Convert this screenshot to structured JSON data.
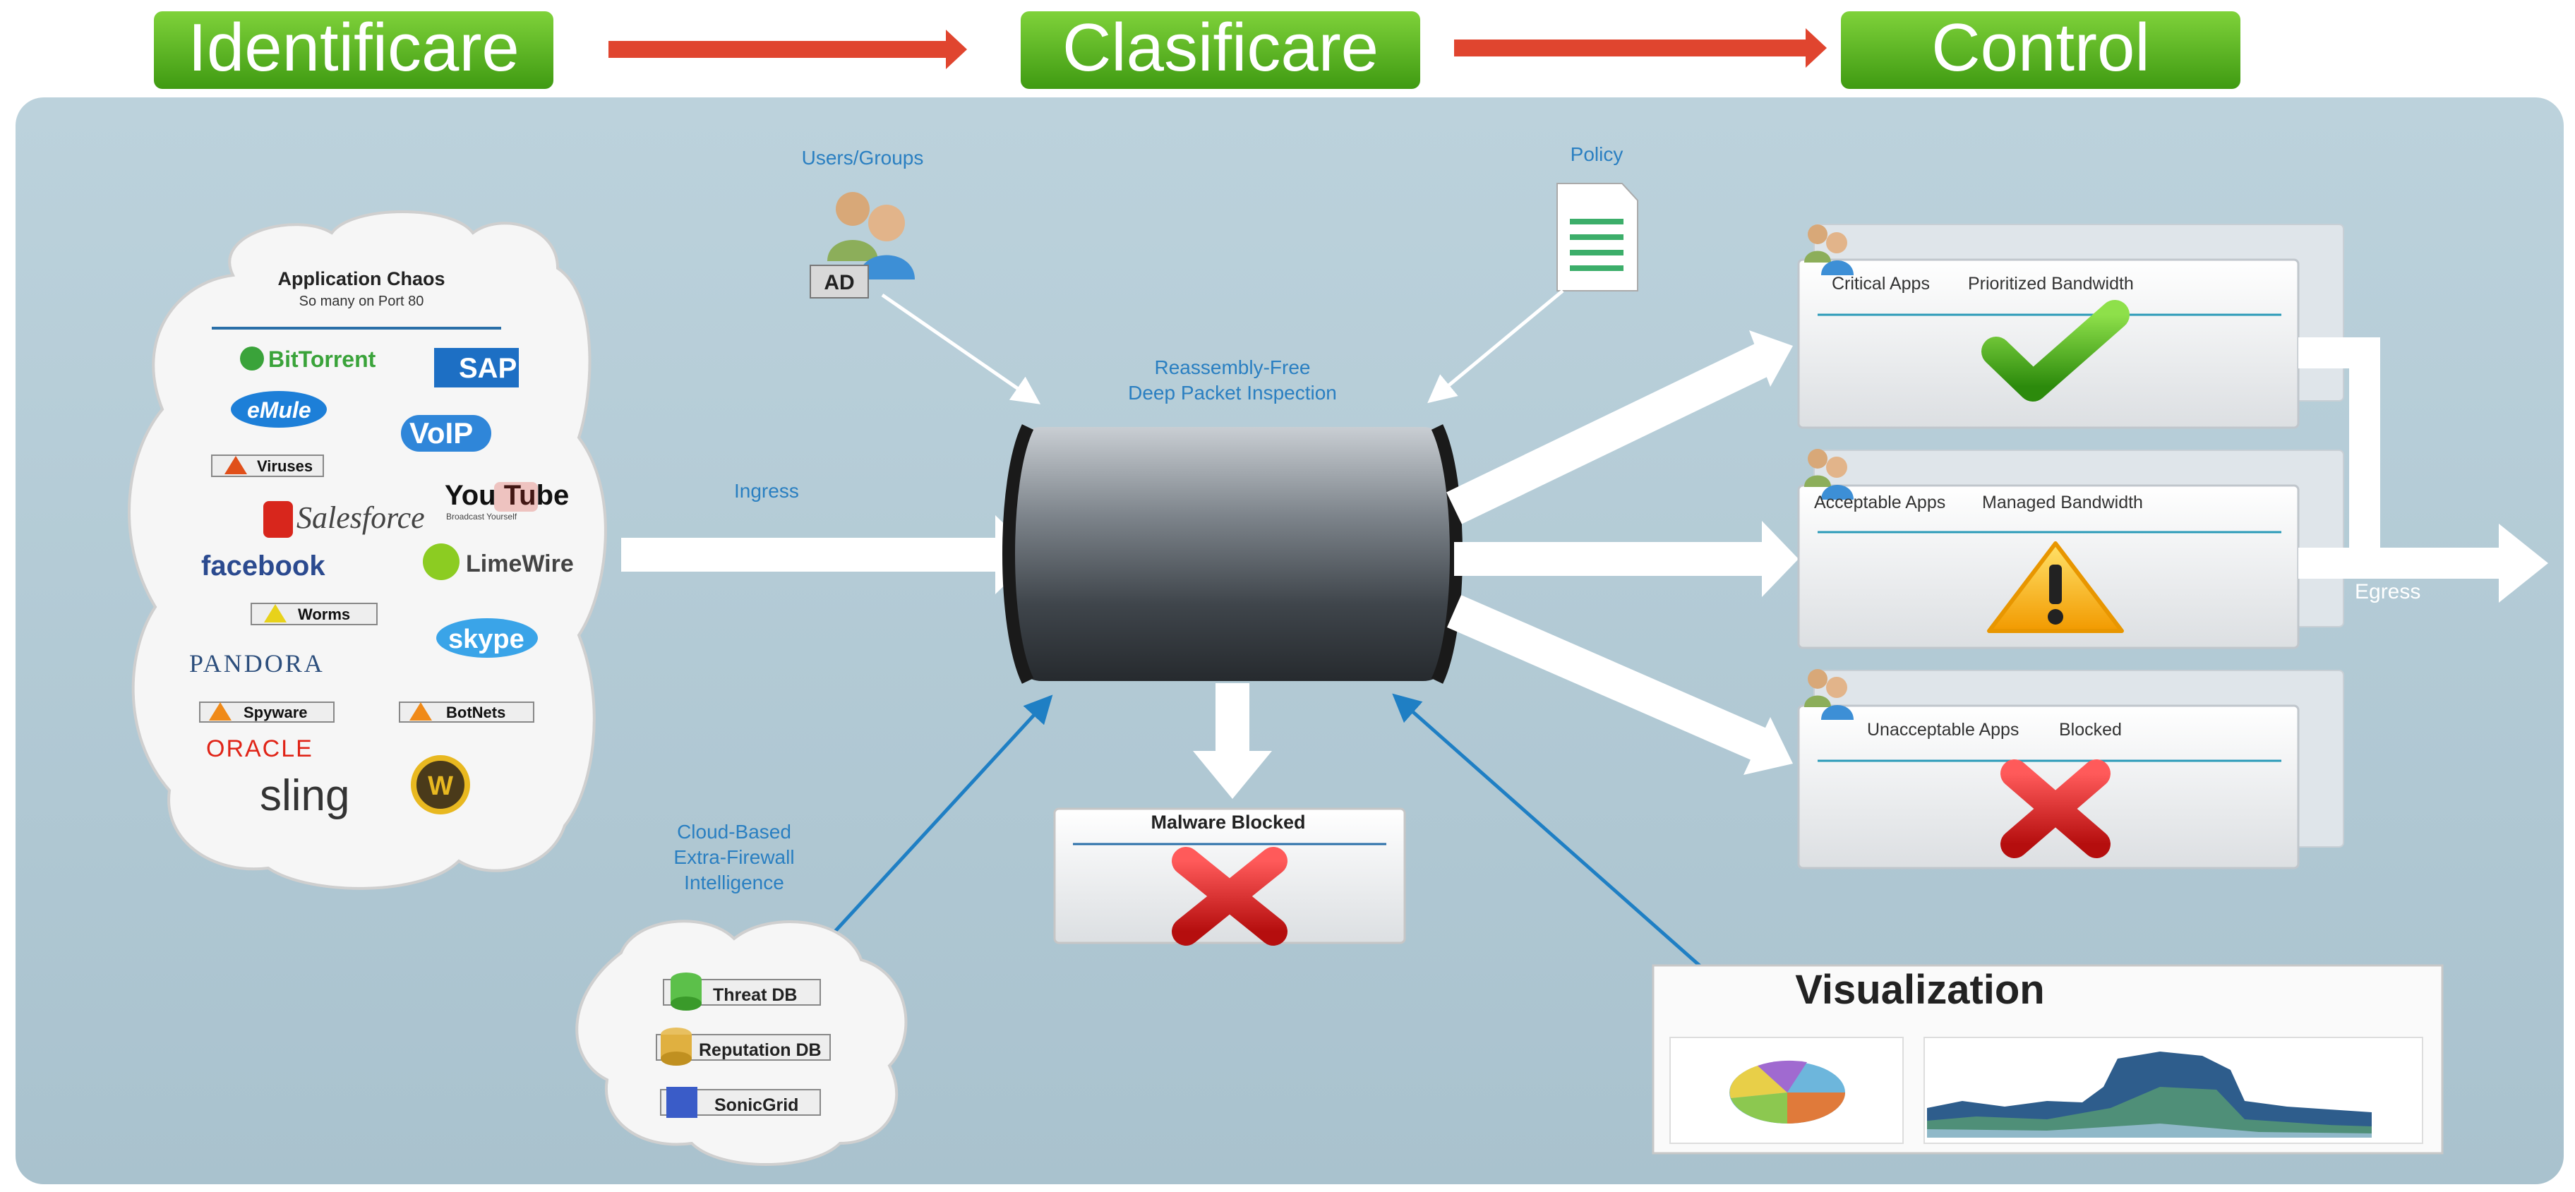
{
  "stages": [
    {
      "label": "Identificare"
    },
    {
      "label": "Clasificare"
    },
    {
      "label": "Control"
    }
  ],
  "chaos": {
    "title": "Application Chaos",
    "subtitle": "So many on Port 80",
    "logos": [
      "BitTorrent",
      "SAP",
      "eMule",
      "VoIP",
      "Viruses",
      "You Tube",
      "Broadcast Yourself",
      "Salesforce",
      "facebook",
      "LimeWire",
      "Worms",
      "skype",
      "PANDORA",
      "Spyware",
      "BotNets",
      "ORACLE",
      "sling",
      "W"
    ]
  },
  "flow": {
    "ingress": "Ingress",
    "egress": "Egress",
    "users_groups": "Users/Groups",
    "ad": "AD",
    "policy": "Policy",
    "dpi_line1": "Reassembly-Free",
    "dpi_line2": "Deep Packet Inspection",
    "malware": "Malware Blocked",
    "cloud_line1": "Cloud-Based",
    "cloud_line2": "Extra-Firewall",
    "cloud_line3": "Intelligence"
  },
  "cloud_dbs": [
    "Threat DB",
    "Reputation DB",
    "SonicGrid"
  ],
  "controls": [
    {
      "apps": "Critical Apps",
      "action": "Prioritized Bandwidth",
      "status": "check-icon",
      "color": "#3fae1a"
    },
    {
      "apps": "Acceptable Apps",
      "action": "Managed Bandwidth",
      "status": "warning-icon",
      "color": "#f5b400"
    },
    {
      "apps": "Unacceptable Apps",
      "action": "Blocked",
      "status": "cross-icon",
      "color": "#d62020"
    }
  ],
  "visualization": {
    "title": "Visualization"
  },
  "colors": {
    "stage_green": "#5cb21c",
    "flow_arrow": "#e0452f",
    "panel": "#b3cbd6",
    "link_blue": "#1f7fc4"
  }
}
